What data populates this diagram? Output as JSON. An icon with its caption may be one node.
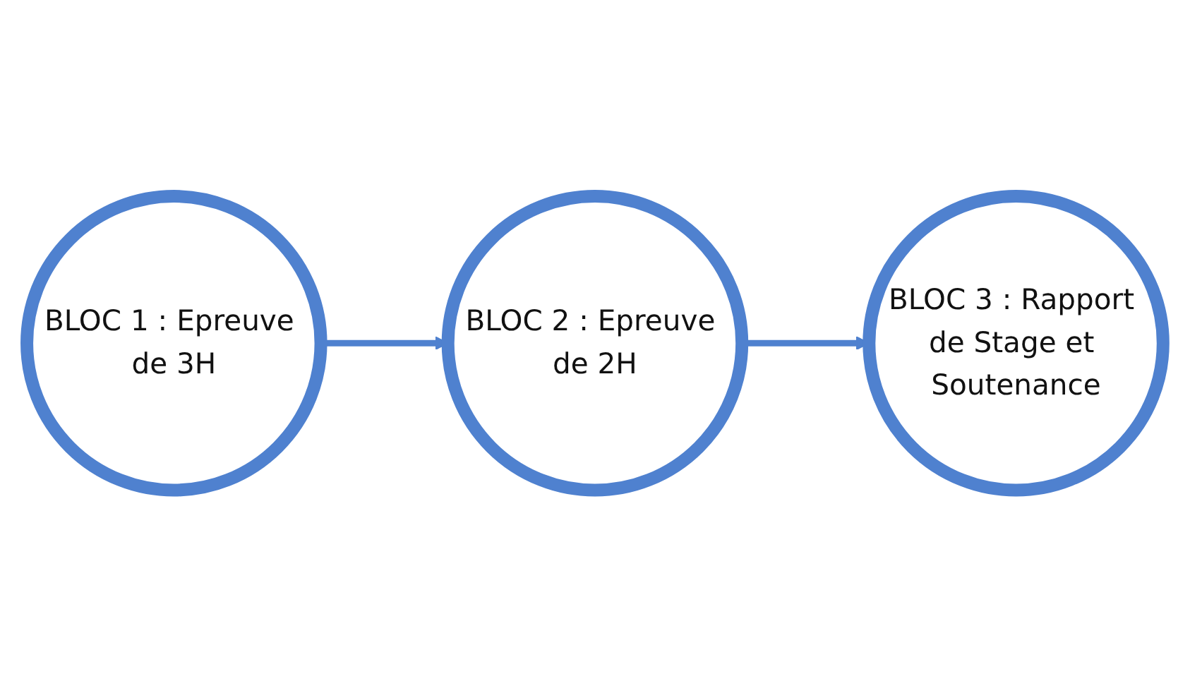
{
  "diagram": {
    "nodes": [
      {
        "text": [
          "BLOC 1 : Epreuve de 3H"
        ]
      },
      {
        "text": [
          "BLOC 2 : Epreuve de 2H"
        ]
      },
      {
        "text": [
          "BLOC 3 : Rapport de Stage et Soutenance"
        ]
      }
    ],
    "edges": [
      {
        "from": 0,
        "to": 1,
        "arrow": "to"
      },
      {
        "from": 1,
        "to": 2,
        "arrow": "to"
      }
    ]
  }
}
